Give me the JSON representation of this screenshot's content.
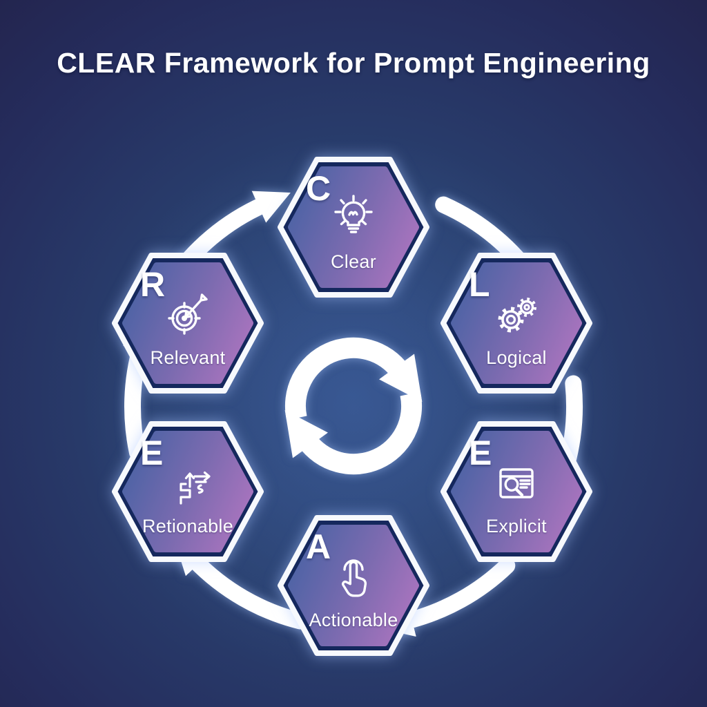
{
  "title": "CLEAR Framework for Prompt Engineering",
  "diagram": {
    "type": "cycle",
    "flow_direction": "clockwise",
    "center_icon": "cycle-arrows-icon"
  },
  "hexagons": [
    {
      "letter": "C",
      "label": "Clear",
      "icon": "lightbulb-icon",
      "position": "top"
    },
    {
      "letter": "L",
      "label": "Logical",
      "icon": "gears-icon",
      "position": "upper-right"
    },
    {
      "letter": "E",
      "label": "Explicit",
      "icon": "document-search-icon",
      "position": "lower-right"
    },
    {
      "letter": "A",
      "label": "Actionable",
      "icon": "tap-icon",
      "position": "bottom"
    },
    {
      "letter": "E",
      "label": "Retionable",
      "icon": "zigzag-arrows-icon",
      "position": "lower-left"
    },
    {
      "letter": "R",
      "label": "Relevant",
      "icon": "target-icon",
      "position": "upper-left"
    }
  ],
  "colors": {
    "background_center": "#2d4b82",
    "background_edge": "#23254f",
    "hex_gradient_left": "#4d63a5",
    "hex_gradient_right": "#a974be",
    "hex_border_ring": "#15285d",
    "outline_and_text": "#ffffff"
  }
}
